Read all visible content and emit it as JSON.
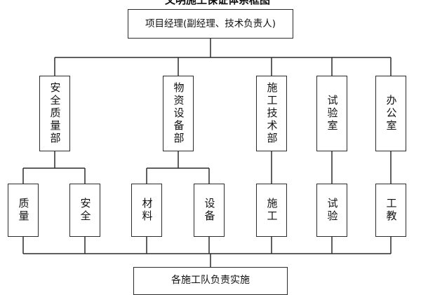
{
  "title": "文明施工保证体系框图",
  "top": {
    "label": "项目经理(副经理、技术负责人)"
  },
  "departments": [
    {
      "label": "安全质量部"
    },
    {
      "label": "物资设备部"
    },
    {
      "label": "施工技术部"
    },
    {
      "label": "试验室"
    },
    {
      "label": "办公室"
    }
  ],
  "units": [
    {
      "label": "质量"
    },
    {
      "label": "安全"
    },
    {
      "label": "材料"
    },
    {
      "label": "设备"
    },
    {
      "label": "施工"
    },
    {
      "label": "试验"
    },
    {
      "label": "工教"
    }
  ],
  "bottom": {
    "label": "各施工队负责实施"
  },
  "colors": {
    "line": "#2b2b2b",
    "background": "#ffffff",
    "text": "#111111"
  }
}
